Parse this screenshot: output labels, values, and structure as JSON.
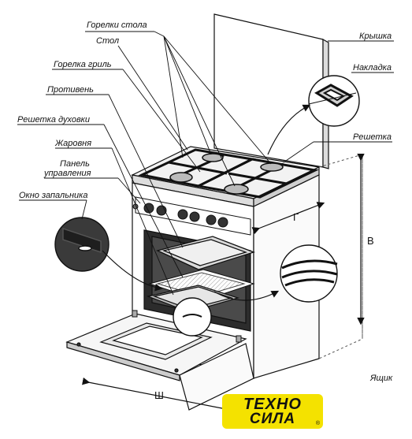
{
  "labels": {
    "gorelki_stola": "Горелки стола",
    "stol": "Стол",
    "gorelka_gril": "Горелка гриль",
    "protiven": "Противень",
    "reshetka_duhovki": "Решетка духовки",
    "zharovnya": "Жаровня",
    "panel_line1": "Панель",
    "panel_line2": "управления",
    "okno_zapalnika": "Окно запальника",
    "kryshka": "Крышка",
    "nakladka": "Накладка",
    "reshetka": "Решетка",
    "yashchik": "Ящик"
  },
  "dimensions": {
    "width": "Ш",
    "depth": "Г",
    "height": "В"
  },
  "logo": {
    "line1": "ТЕХНО",
    "line2": "СИЛА",
    "mark": "®",
    "color": "#f4e200"
  }
}
